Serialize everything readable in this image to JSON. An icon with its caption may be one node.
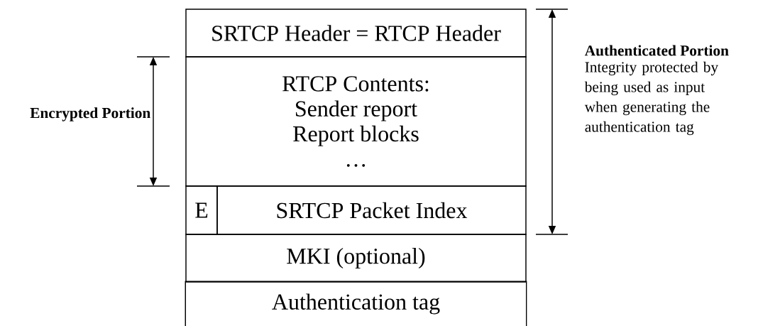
{
  "diagram": {
    "nodes": [
      {
        "text": [
          "SRTCP Header = RTCP Header"
        ]
      },
      {
        "text": [
          "RTCP Contents:",
          "Sender report",
          "Report blocks",
          "…"
        ]
      },
      {
        "text": [
          "E"
        ]
      },
      {
        "text": [
          "SRTCP Packet Index"
        ]
      },
      {
        "text": [
          "MKI (optional)"
        ]
      },
      {
        "text": [
          "Authentication tag"
        ]
      }
    ],
    "labels": [
      "Encrypted Portion",
      "Authenticated Portion",
      "Integrity protected by being used as input when generating the authentication tag"
    ]
  }
}
